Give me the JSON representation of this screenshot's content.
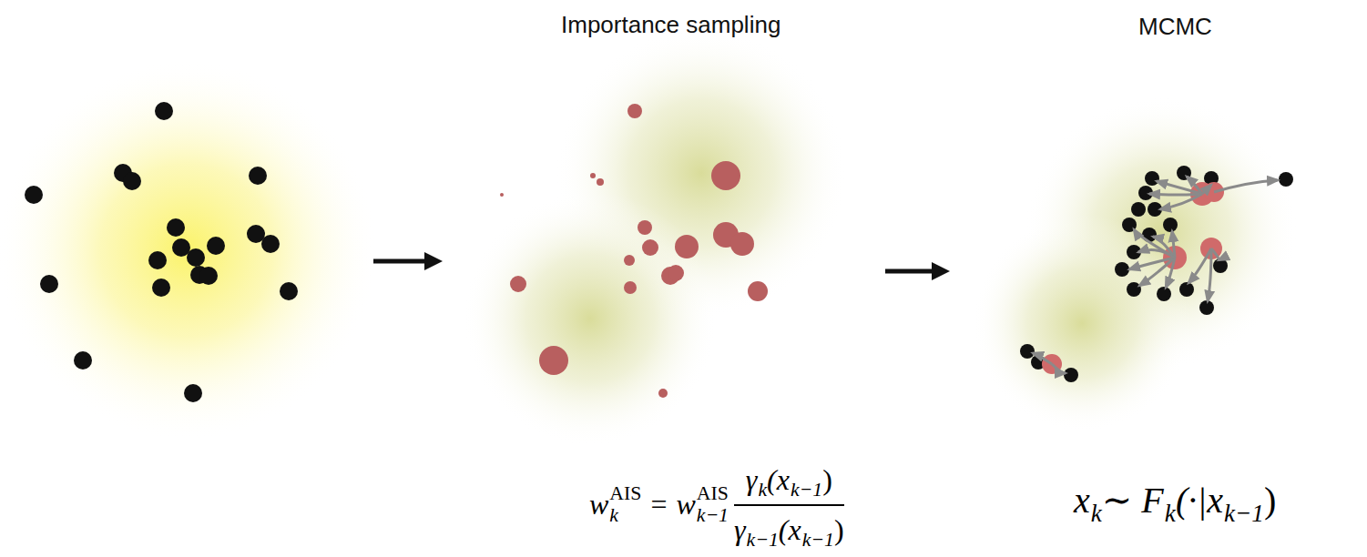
{
  "diagram": {
    "labels": [
      "Importance sampling",
      "MCMC",
      "w",
      "AIS",
      "k",
      "=",
      "w",
      "AIS",
      "k−1",
      "γ",
      "k",
      "(x",
      "k−1",
      ")",
      "γ",
      "k−1",
      "(x",
      "k−1",
      ")",
      "x",
      "k",
      "∼ F",
      "k",
      "(·|x",
      "k−1",
      ")"
    ]
  }
}
